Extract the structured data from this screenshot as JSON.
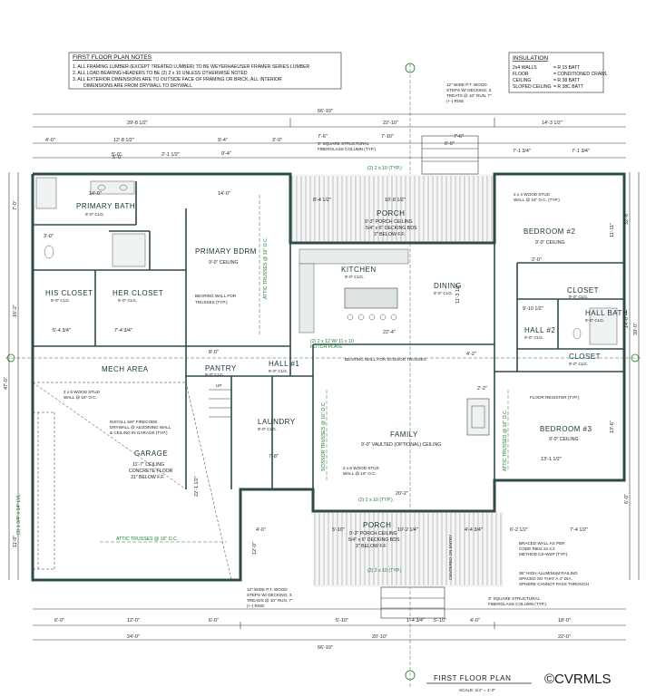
{
  "notes": {
    "title": "FIRST FLOOR PLAN NOTES",
    "lines": [
      "1. ALL FRAMING LUMBER (EXCEPT TREATED LUMBER) TO BE WEYERHAEUSER FRAMER SERIES LUMBER",
      "2. ALL LOAD BEARING HEADERS TO BE (2) 2 x 10 UNLESS OTHERWISE NOTED",
      "3. ALL EXTERIOR DIMENSIONS ARE TO OUTSIDE FACE OF FRAMING OR BRICK; ALL INTERIOR",
      "DIMENSIONS ARE FROM DRYWALL TO DRYWALL"
    ]
  },
  "insulation": {
    "title": "INSULATION",
    "rows": [
      {
        "item": "2x4 WALLS",
        "value": "= R 15 BATT"
      },
      {
        "item": "FLOOR",
        "value": "= CONDITIONED CRAWL"
      },
      {
        "item": "CEILING",
        "value": "= R 38 BATT"
      },
      {
        "item": "SLOPED CEILING",
        "value": "= R 38C BATT"
      }
    ]
  },
  "rooms": {
    "primary_bath": {
      "name": "PRIMARY BATH",
      "ceiling": "9'-0\" CLG."
    },
    "primary_bdrm": {
      "name": "PRIMARY BDRM",
      "ceiling": "9'-0\" CEILING"
    },
    "his_closet": {
      "name": "HIS CLOSET",
      "ceiling": "9'-0\" CLG."
    },
    "her_closet": {
      "name": "HER CLOSET",
      "ceiling": "9'-0\" CLG."
    },
    "porch_top": {
      "name": "PORCH",
      "lines": [
        "9'-3\" PORCH CEILING",
        "5/4\" x 6\" DECKING BDS",
        "3\" BELOW F.F."
      ]
    },
    "kitchen": {
      "name": "KITCHEN",
      "ceiling": "9'-0\" CLG."
    },
    "dining": {
      "name": "DINING",
      "ceiling": "9'-0\" CLG."
    },
    "bedroom2": {
      "name": "BEDROOM #2",
      "ceiling": "9'-0\" CEILING"
    },
    "bedroom3": {
      "name": "BEDROOM #3",
      "ceiling": "9'-0\" CEILING"
    },
    "closet_a": {
      "name": "CLOSET",
      "ceiling": "9'-0\" CLG."
    },
    "closet_b": {
      "name": "CLOSET",
      "ceiling": "9'-0\" CLG."
    },
    "hall_bath": {
      "name": "HALL BATH",
      "ceiling": "9'-0\" CLG."
    },
    "hall2": {
      "name": "HALL #2",
      "ceiling": "9'-0\" CLG."
    },
    "mech": {
      "name": "MECH AREA"
    },
    "pantry": {
      "name": "PANTRY",
      "ceiling": "9'-0\" CLG."
    },
    "hall1": {
      "name": "HALL #1",
      "ceiling": "9'-0\" CLG."
    },
    "laundry": {
      "name": "LAUNDRY",
      "ceiling": "9'-0\" CLG."
    },
    "family": {
      "name": "FAMILY",
      "ceiling": "9'-0\" VAULTED (OPTIONAL) CEILING"
    },
    "garage": {
      "name": "GARAGE",
      "lines": [
        "11'-7\" CEILING",
        "CONCRETE FLOOR",
        "31\" BELOW F.F."
      ]
    },
    "porch_bottom": {
      "name": "PORCH",
      "lines": [
        "9'-3\" PORCH CEILING",
        "5/4\" x 6\" DECKING BDS",
        "3\" BELOW F.F."
      ]
    }
  },
  "callouts": {
    "steps_top": [
      "12\" WIDE P.T. WOOD",
      "STEPS W/ DECKING; 3",
      "TREATS @ 10\" RUN, 7\"",
      "(+-) RISE"
    ],
    "column_top": [
      "3\" SQUARE STRUCTURAL",
      "FIBERGLASS COLUMN (TYP.)"
    ],
    "header_top": "(2) 2 x 10 (TYP.)",
    "stud_wall_br2": [
      "2 x 4 WOOD STUD",
      "WALL @ 16\" O.C. (TYP.)"
    ],
    "bearing_trusses": [
      "BEARING WALL FOR",
      "TRUSSES (TYP.)"
    ],
    "attic_trusses_v": "ATTIC TRUSSES @ 16\" O.C.",
    "flitch": [
      "(2) 2 x 12 W/ 11 x 10",
      "FLITCH PLATE"
    ],
    "bearing_scissor": "BEARING WALL FOR SCISSOR TRUSSES",
    "stud_wall_mech": [
      "2 x 6 WOOD STUD",
      "WALL @ 16\" O.C."
    ],
    "firecode": [
      "INSTALL 5/8\" FIRECODE",
      "DRYWALL @ ADJOINING WALL",
      "& CEILING IN GARAGE (TYP.)"
    ],
    "scissor_trusses": "SCISSOR TRUSSES @ 16\" O.C.",
    "stud_wall_family": [
      "2 x 6 WOOD STUD",
      "WALL @ 16\" O.C."
    ],
    "floor_register": "FLOOR REGISTER (TYP.)",
    "attic_trusses_br3": "ATTIC TRUSSES @ 16\" O.C.",
    "attic_trusses_garage": "ATTIC TRUSSES @ 16\" O.C.",
    "garage_door": "(3) 1 3/4\" x 14\" LVL",
    "header_bottom1": "(2) 2 x 10 (TYP.)",
    "header_bottom2": "(2) 2 x 10 (TYP.)",
    "braced": [
      "BRACED WALL AS PER",
      "CODE R602.10.4.2",
      "METHOD CS-WSP (TYP.)"
    ],
    "railing": [
      "36\" HIGH ALUMINUM RAILING",
      "SPACED SO THAT A 4\" DIA.",
      "SPHERE CANNOT PASS THROUGH"
    ],
    "steps_bottom": [
      "12\" WIDE P.T. WOOD",
      "STEPS W/ DECKING; 3",
      "TREADS @ 10\" RUN, 7\"",
      "(+-) RISE"
    ],
    "column_bottom": [
      "3\" SQUARE STRUCTURAL",
      "FIBERGLASS COLUMN (TYP.)"
    ],
    "centered": "CENTERED ON ENTRY",
    "up": "UP"
  },
  "dims": {
    "overall_top": "66'-10\"",
    "overall_bottom": "66'-10\"",
    "top_row": [
      "29'-8 1/2\"",
      "22'-10\"",
      "14'-3 1/2\""
    ],
    "top_row2": [
      "4'-0\"",
      "12'-8 1/2\"",
      "9'-4\"",
      "3'-0\"",
      "7'-6\"",
      "7'-10\"",
      "7'-6\"",
      "7'-1 3/4\"",
      "7'-1 3/4\""
    ],
    "top_row3": [
      "5'-0\"",
      "2'-1 1/2\"",
      "6'-0\""
    ],
    "bottom_row": [
      "24'-0\"",
      "20'-10\"",
      "22'-0\""
    ],
    "bottom_row2": [
      "6'-0\"",
      "12'-0\"",
      "6'-0\"",
      "5'-10\"",
      "1'-4 3/4\"",
      "5'-10\"",
      "4'-0\"",
      "18'-0\""
    ],
    "bottom_row3": [
      "4'-0\"",
      "5'-10\"",
      "10'-2 1/4\"",
      "4'-4 3/4\"",
      "6'-2 1/2\"",
      "7'-4 1/2\""
    ],
    "left": [
      "7'-0\"",
      "16'-2\"",
      "47'-0\"",
      "11'-0\"",
      "12'-0\""
    ],
    "right": [
      "32'-6\"",
      "11'-11\"",
      "14'-0\"",
      "13'-6\"",
      "39'-0\"",
      "6'-0\""
    ],
    "interior": [
      "14'-0\"",
      "5'-0\"",
      "3'-0\"",
      "10'-8 1/2\"",
      "8'-4 1/2\"",
      "9'-4\"",
      "14'-0\"",
      "5'-4 3/4\"",
      "7'-4 3/4\"",
      "22'-4\"",
      "20'-2\"",
      "11'-3 1/2\"",
      "13'-1 1/2\"",
      "22'-1 1/2\"",
      "8'-0\"",
      "7'-8\"",
      "2'-0\"",
      "9'-10 1/2\"",
      "4'-2\"",
      "2'-2\""
    ]
  },
  "title": {
    "name": "FIRST FLOOR PLAN",
    "scale": "SCALE: 1/4\" = 1'-0\""
  },
  "watermark": "©CVRMLS"
}
